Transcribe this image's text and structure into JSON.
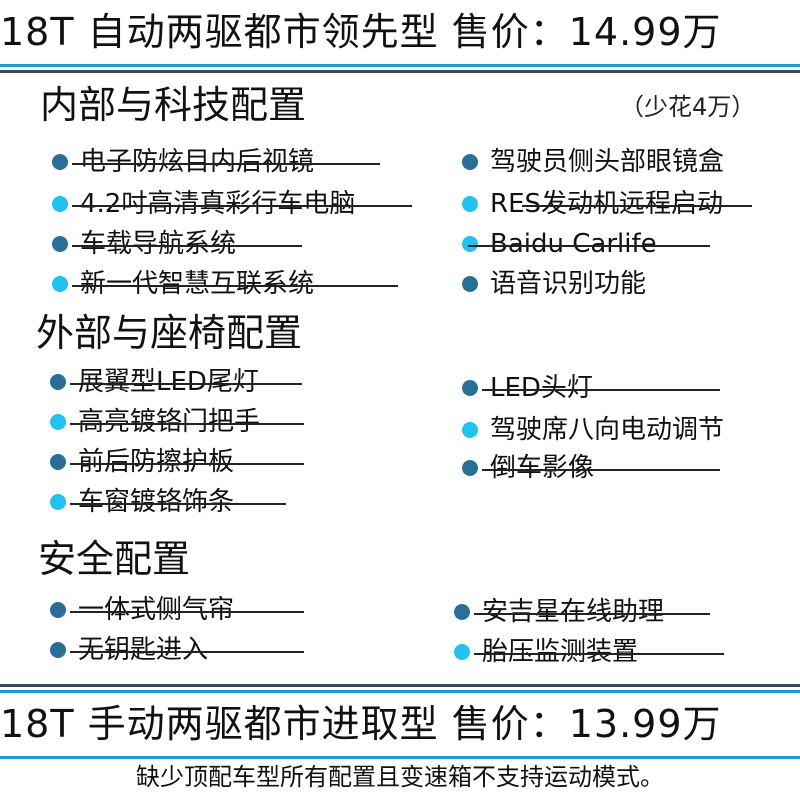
{
  "colors": {
    "accent_blue": "#1e9ad6",
    "rule_gray": "#3d4a57",
    "dot_dark": "#2b6f98",
    "dot_light": "#22c2ee"
  },
  "header_top": "18T 自动两驱都市领先型 售价：14.99万",
  "interior": {
    "title": "内部与科技配置",
    "note": "（少花4万）",
    "left": [
      "电子防炫目内后视镜",
      "4.2吋高清真彩行车电脑",
      "车载导航系统",
      "新一代智慧互联系统"
    ],
    "right": [
      "驾驶员侧头部眼镜盒",
      "RES发动机远程启动",
      "Baidu Carlife",
      "语音识别功能"
    ]
  },
  "exterior": {
    "title": "外部与座椅配置",
    "left": [
      "展翼型LED尾灯",
      "高亮镀铬门把手",
      "前后防擦护板",
      "车窗镀铬饰条"
    ],
    "right": [
      "LED头灯",
      "驾驶席八向电动调节",
      "倒车影像"
    ]
  },
  "safety": {
    "title": "安全配置",
    "left": [
      "一体式侧气帘",
      "无钥匙进入"
    ],
    "right": [
      "安吉星在线助理",
      "胎压监测装置"
    ]
  },
  "header_bottom": "18T 手动两驱都市进取型 售价：13.99万",
  "footer_note": "缺少顶配车型所有配置且变速箱不支持运动模式。"
}
